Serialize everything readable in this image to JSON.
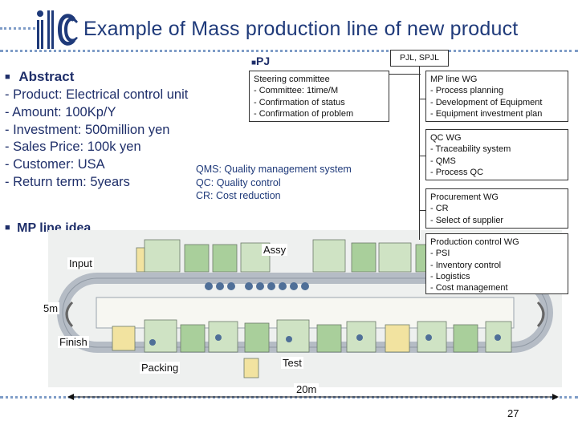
{
  "slide": {
    "title": "Example of Mass production line of new product",
    "logo_text": "ilc",
    "page_number": "27"
  },
  "abstract": {
    "heading": "Abstract",
    "bullet": "■",
    "lines": [
      "- Product: Electrical control unit",
      "- Amount: 100Kp/Y",
      "- Investment: 500million yen",
      "- Sales Price: 100k yen",
      "- Customer: USA",
      "- Return term: 5years"
    ]
  },
  "org": {
    "pj_label": "PJ",
    "pjl_label": "PJL, SPJL",
    "steering": [
      "Steering committee",
      "- Committee: 1time/M",
      "- Confirmation of status",
      "- Confirmation of problem"
    ],
    "wgs": [
      [
        "MP line WG",
        "- Process planning",
        "- Development of Equipment",
        "- Equipment investment plan"
      ],
      [
        "QC WG",
        "- Traceability system",
        "- QMS",
        "- Process QC"
      ],
      [
        "Procurement WG",
        "- CR",
        "- Select of supplier"
      ],
      [
        "Production control WG",
        "- PSI",
        "- Inventory control",
        "- Logistics",
        "- Cost management"
      ]
    ]
  },
  "definitions": [
    "QMS: Quality management system",
    "QC: Quality control",
    "CR: Cost reduction"
  ],
  "mp_line": {
    "heading": "MP line idea",
    "labels": {
      "assy": "Assy",
      "input": "Input",
      "width": "5m",
      "finish": "Finish",
      "packing": "Packing",
      "test": "Test",
      "length": "20m"
    }
  },
  "colors": {
    "title": "#1f3a7a",
    "heading": "#1f2f6a",
    "dots": "#7e9cc7",
    "station_green": "#a9cf9b",
    "station_yellow": "#f2e3a0",
    "conveyor": "#cfd5dc"
  }
}
